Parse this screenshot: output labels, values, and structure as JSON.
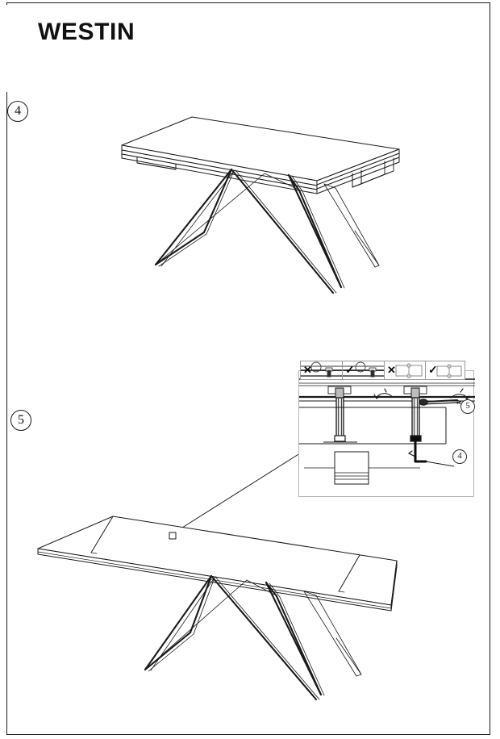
{
  "document": {
    "brand": "WESTIN",
    "product_type": "extendable dining table",
    "page_kind": "assembly instruction sheet",
    "background_color": "#ffffff",
    "line_color": "#1a1a1a",
    "frame_color": "#1a1a1a"
  },
  "steps": [
    {
      "id": "step-4",
      "number": "④",
      "digit": "4",
      "illustration": "closed-table-isometric",
      "description": "Table shown in closed position with crossed geometric metal base"
    },
    {
      "id": "step-5",
      "number": "⑤",
      "digit": "5",
      "illustration": "extended-table-isometric",
      "description": "Table shown extended with both leaf panels deployed"
    }
  ],
  "detail_callout": {
    "name": "latch-mechanism-detail",
    "border_color": "#b4b4b4",
    "comparison_strip": {
      "border_color": "#9a9a9a",
      "cells": [
        {
          "id": "cell-1",
          "mark": "✕",
          "mark_type": "x",
          "content": "rail-section-wrong"
        },
        {
          "id": "cell-2",
          "mark": "✓",
          "mark_type": "check",
          "content": "rail-section-correct"
        },
        {
          "id": "cell-3",
          "mark": "✕",
          "mark_type": "x",
          "content": "bracket-plan-wrong"
        },
        {
          "id": "cell-4",
          "mark": "✓",
          "mark_type": "check",
          "content": "bracket-plan-correct"
        }
      ]
    },
    "references": [
      {
        "id": "detail-ref-5",
        "number": "⑤",
        "digit": "5",
        "points_to": "locking-lever"
      },
      {
        "id": "detail-ref-4",
        "number": "④",
        "digit": "4",
        "points_to": "latch-pin-bottom"
      }
    ]
  }
}
